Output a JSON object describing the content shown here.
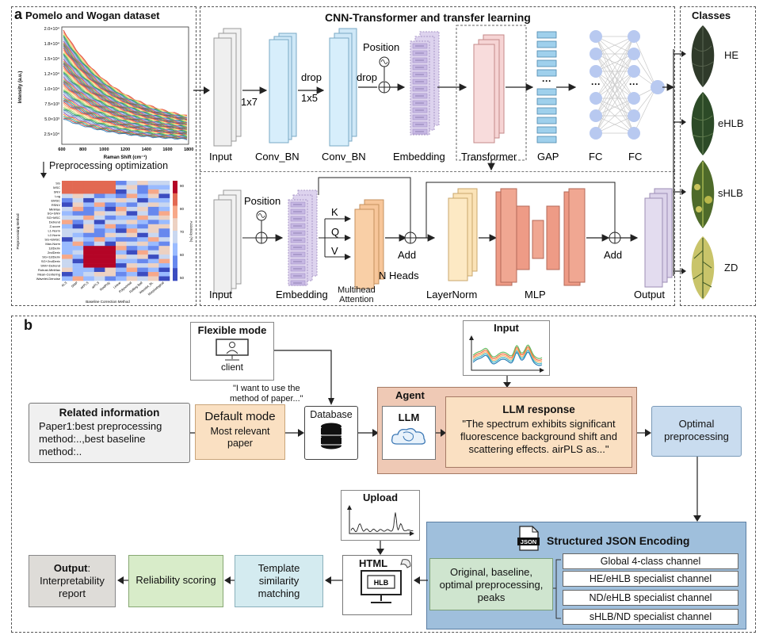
{
  "panel_a": {
    "letter": "a",
    "dataset_title": "Pomelo and Wogan dataset",
    "spectra": {
      "yticks": [
        "2.0×10⁴",
        "1.8×10⁴",
        "1.5×10⁴",
        "1.2×10⁴",
        "1.0×10⁴",
        "7.5×10³",
        "5.0×10³",
        "2.5×10⁴"
      ],
      "ylabel": "Intensity (a.u.)",
      "xticks": [
        "600",
        "800",
        "1000",
        "1200",
        "1400",
        "1600",
        "1800"
      ],
      "xlabel": "Raman Shift (cm⁻¹)"
    },
    "preproc_label": "Preprocessing  optimization",
    "heatmap": {
      "row_labels": [
        "SG",
        "MSC",
        "SNV",
        "Log",
        "EMSC",
        "RSNV",
        "MinMax",
        "SG+SNV",
        "SG+MSC",
        "Detrend",
        "Z-score",
        "L1-Norm",
        "L2-Norm",
        "SG+EMSC",
        "Max-Norm",
        "1stDeriv",
        "2ndDeriv",
        "SG+1stDeriv",
        "SG+2ndDeriv",
        "SNV+Detrend",
        "Robust-MinMax",
        "Mean-Centering",
        "Wavelet-Denoise"
      ],
      "col_labels": [
        "ALS",
        "SNIP",
        "airPLS",
        "arPLS",
        "ModPoly",
        "Linear",
        "Polynomial",
        "Rolling Ball",
        "Wavelet_BL",
        "Morphological"
      ],
      "ylabel": "Preprocessing Method",
      "xlabel": "Baseline Correction Method",
      "colorbar_ticks": [
        "90",
        "80",
        "70",
        "60",
        "50"
      ],
      "colorbar_label": "Accuracy (%)"
    },
    "cnn_title": "CNN-Transformer and transfer learning",
    "top_labels": {
      "input": "Input",
      "conv1": "Conv_BN",
      "conv2": "Conv_BN",
      "embedding": "Embedding",
      "transformer": "Transformer",
      "gap": "GAP",
      "fc1": "FC",
      "fc2": "FC",
      "k1": "1x7",
      "k2": "1x5",
      "drop1": "drop",
      "drop2": "drop",
      "position": "Position"
    },
    "bottom_labels": {
      "input": "Input",
      "position": "Position",
      "embedding": "Embedding",
      "attention": "Multihead\nAttention",
      "nheads": "N Heads",
      "k": "K",
      "q": "Q",
      "v": "V",
      "add1": "Add",
      "layernorm": "LayerNorm",
      "mlp": "MLP",
      "add2": "Add",
      "output": "Output"
    },
    "classes_title": "Classes",
    "classes": [
      "HE",
      "eHLB",
      "sHLB",
      "ZD"
    ]
  },
  "panel_b": {
    "letter": "b",
    "flexible_mode": "Flexible mode",
    "client": "client",
    "quote": "\"I want to use the\nmethod of paper...\"",
    "related_title": "Related information",
    "related_body": "Paper1:best preprocessing\nmethod:..,best baseline\nmethod:..",
    "default_title": "Default mode",
    "default_body": "Most relevant\npaper",
    "database": "Database",
    "input": "Input",
    "agent": "Agent",
    "llm": "LLM",
    "llm_response_title": "LLM response",
    "llm_response_body": "\"The spectrum exhibits significant\nfluorescence background shift and\nscattering effects. airPLS as...\"",
    "optimal": "Optimal\npreprocessing",
    "upload": "Upload",
    "json_badge": "JSON",
    "json_title": "Structured JSON Encoding",
    "json_left": "Original, baseline,\noptimal preprocessing,\npeaks",
    "channels": [
      "Global 4-class channel",
      "HE/eHLB specialist channel",
      "ND/eHLB specialist channel",
      "sHLB/ND specialist channel"
    ],
    "html_label": "HTML",
    "hlb": "HLB",
    "template": "Template\nsimilarity\nmatching",
    "reliability": "Reliability scoring",
    "output_title": "Output",
    "output_body": ":\nInterpretability\nreport"
  },
  "colors": {
    "conv": "#cfe8f7",
    "embed": "#ddd3ee",
    "transformer": "#f6d4d4",
    "fc_node": "#b8c9f0",
    "gap": "#9fd0ec",
    "attention": "#f7c69a",
    "layernorm": "#fbe3b7",
    "mlp": "#ee9b86",
    "output": "#dcd3ea",
    "agent": "#efc9b5",
    "default": "#fae0c2",
    "optimal": "#c9dcef",
    "json": "#9fbfdc",
    "json_left": "#cfe5cf",
    "template": "#d4ebf0",
    "reliability": "#d8ecc9",
    "output_box": "#dedcd8"
  }
}
